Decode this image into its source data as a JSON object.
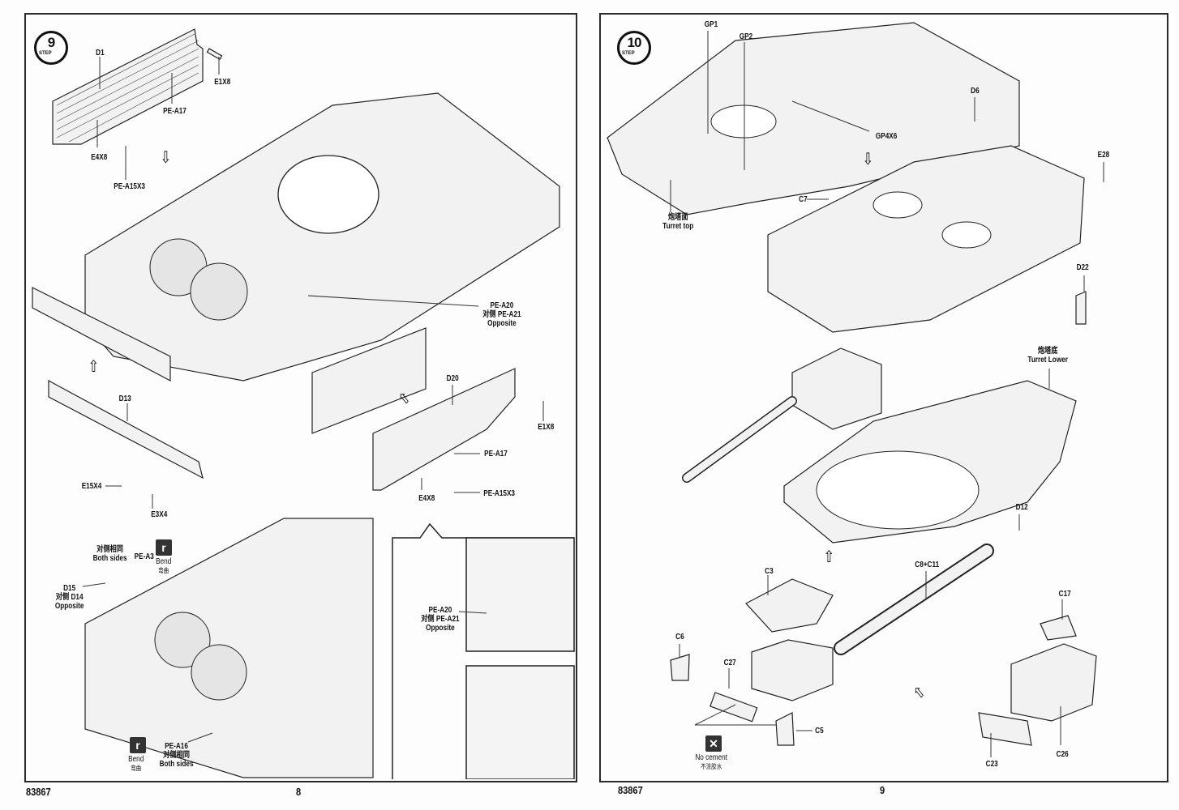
{
  "document": {
    "kit_number": "83867",
    "pages": [
      {
        "page_number": "8",
        "step": {
          "number": "9",
          "word": "STEP"
        },
        "labels": {
          "d1": "D1",
          "e1x8_top": "E1X8",
          "pe_a17_top": "PE-A17",
          "e4x8_top": "E4X8",
          "pe_a15x3_top": "PE-A15X3",
          "pe_a20": "PE-A20",
          "pe_a21_cn": "对侧 PE-A21",
          "opposite": "Opposite",
          "d13": "D13",
          "e15x4": "E15X4",
          "e3x4": "E3X4",
          "d20": "D20",
          "e1x8_bottom": "E1X8",
          "pe_a17_bottom": "PE-A17",
          "e4x8_bottom": "E4X8",
          "pe_a15x3_bottom": "PE-A15X3",
          "both_sides_cn": "对侧相同",
          "both_sides": "Both sides",
          "pe_a3": "PE-A3",
          "bend": "Bend",
          "bend_cn": "弯曲",
          "d15": "D15",
          "d14_cn": "对侧 D14",
          "opposite2": "Opposite",
          "detail_pe_a20": "PE-A20",
          "detail_pe_a21_cn": "对侧 PE-A21",
          "detail_opposite": "Opposite",
          "pe_a16": "PE-A16",
          "both_sides_cn2": "对侧相同",
          "both_sides2": "Both sides",
          "bend2": "Bend",
          "bend2_cn": "弯曲"
        }
      },
      {
        "page_number": "9",
        "step": {
          "number": "10",
          "word": "STEP"
        },
        "labels": {
          "gp1": "GP1",
          "gp2": "GP2",
          "gp4x6": "GP4X6",
          "d6": "D6",
          "e28": "E28",
          "c7": "C7",
          "turret_top_cn": "炮塔面",
          "turret_top": "Turret top",
          "d22": "D22",
          "turret_lower_cn": "炮塔底",
          "turret_lower": "Turret Lower",
          "d12": "D12",
          "c8_c11": "C8+C11",
          "c3": "C3",
          "c6": "C6",
          "c27": "C27",
          "c5": "C5",
          "no_cement": "No cement",
          "no_cement_cn": "不涂胶水",
          "c17": "C17",
          "c23": "C23",
          "c26": "C26"
        }
      }
    ]
  }
}
